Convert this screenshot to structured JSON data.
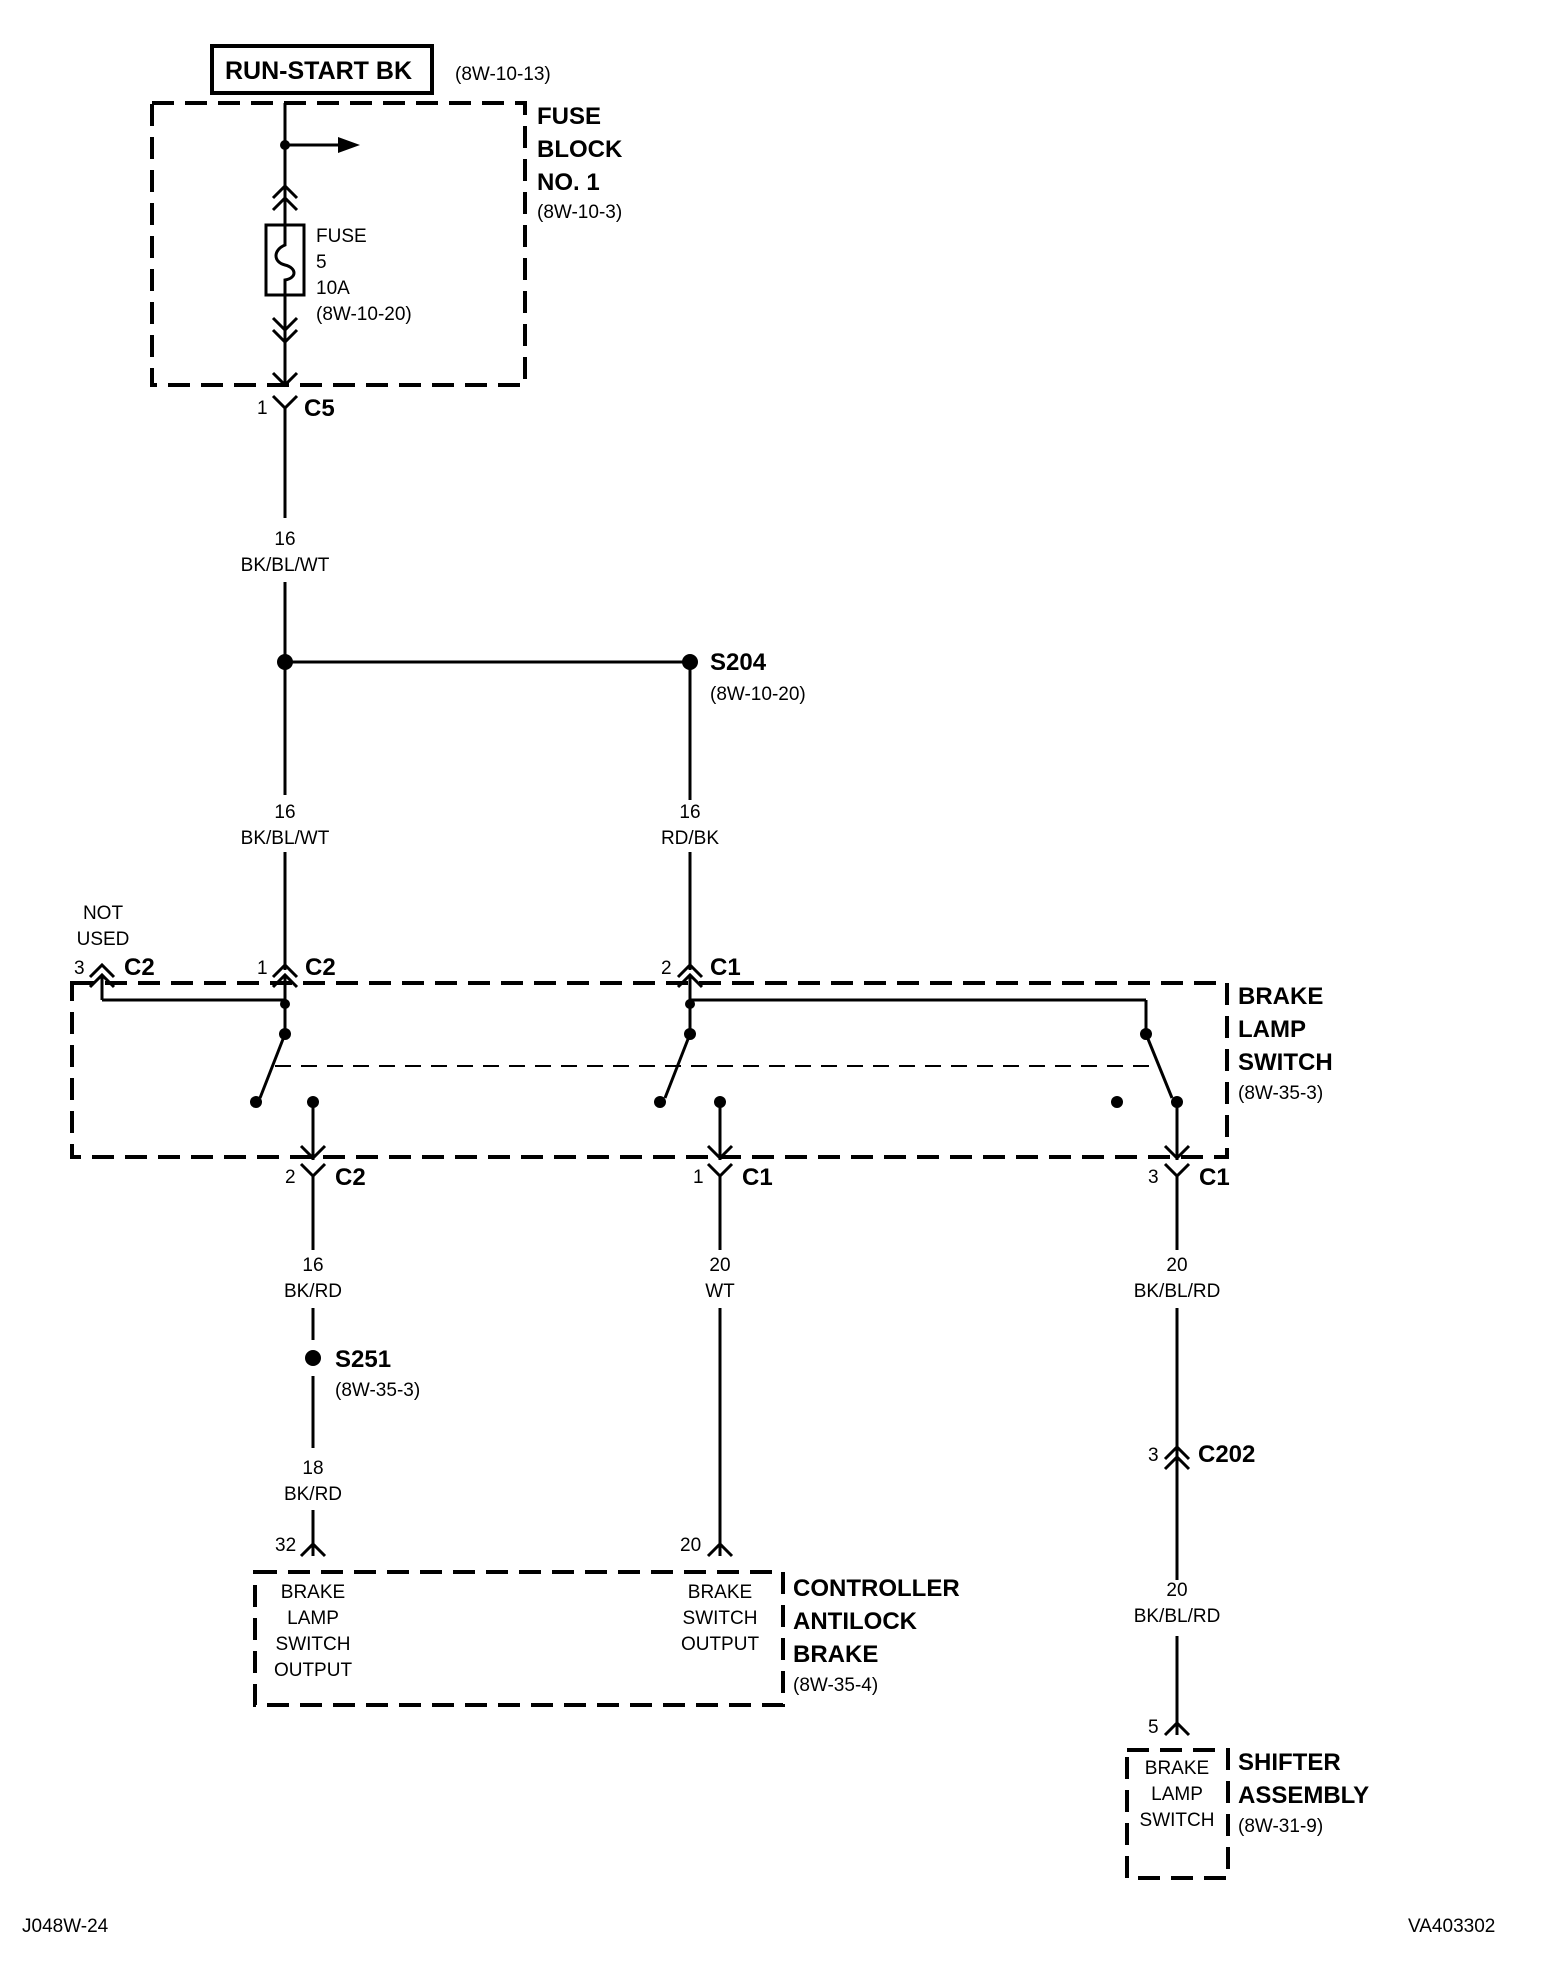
{
  "header": {
    "source_label": "RUN-START BK",
    "source_ref": "(8W-10-13)"
  },
  "fuse_block": {
    "name_lines": [
      "FUSE",
      "BLOCK",
      "NO. 1"
    ],
    "ref": "(8W-10-3)",
    "fuse_lines": [
      "FUSE",
      "5",
      "10A",
      "(8W-10-20)"
    ],
    "connector": {
      "pin": "1",
      "name": "C5"
    }
  },
  "wires": {
    "w1": {
      "gauge": "16",
      "color": "BK/BL/WT"
    },
    "w2": {
      "gauge": "16",
      "color": "BK/BL/WT"
    },
    "w3": {
      "gauge": "16",
      "color": "RD/BK"
    },
    "w4": {
      "gauge": "16",
      "color": "BK/RD"
    },
    "w5": {
      "gauge": "18",
      "color": "BK/RD"
    },
    "w6": {
      "gauge": "20",
      "color": "WT"
    },
    "w7": {
      "gauge": "20",
      "color": "BK/BL/RD"
    },
    "w8": {
      "gauge": "20",
      "color": "BK/BL/RD"
    }
  },
  "splices": {
    "s204": {
      "name": "S204",
      "ref": "(8W-10-20)"
    },
    "s251": {
      "name": "S251",
      "ref": "(8W-35-3)"
    }
  },
  "brake_lamp_switch": {
    "name_lines": [
      "BRAKE",
      "LAMP",
      "SWITCH"
    ],
    "ref": "(8W-35-3)",
    "not_used": [
      "NOT",
      "USED"
    ],
    "top_connectors": [
      {
        "pin": "3",
        "name": "C2"
      },
      {
        "pin": "1",
        "name": "C2"
      },
      {
        "pin": "2",
        "name": "C1"
      }
    ],
    "bottom_connectors": [
      {
        "pin": "2",
        "name": "C2"
      },
      {
        "pin": "1",
        "name": "C1"
      },
      {
        "pin": "3",
        "name": "C1"
      }
    ]
  },
  "c202": {
    "pin": "3",
    "name": "C202"
  },
  "controller": {
    "name_lines": [
      "CONTROLLER",
      "ANTILOCK",
      "BRAKE"
    ],
    "ref": "(8W-35-4)",
    "pin_left": "32",
    "pin_right": "20",
    "left_lines": [
      "BRAKE",
      "LAMP",
      "SWITCH",
      "OUTPUT"
    ],
    "right_lines": [
      "BRAKE",
      "SWITCH",
      "OUTPUT"
    ]
  },
  "shifter": {
    "name_lines": [
      "SHIFTER",
      "ASSEMBLY"
    ],
    "ref": "(8W-31-9)",
    "pin": "5",
    "inner_lines": [
      "BRAKE",
      "LAMP",
      "SWITCH"
    ]
  },
  "footer": {
    "left": "J048W-24",
    "right": "VA403302"
  }
}
